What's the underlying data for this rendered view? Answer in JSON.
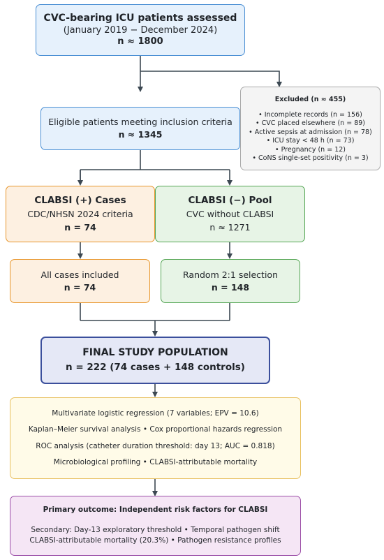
{
  "assessed": {
    "title": "CVC-bearing ICU patients assessed",
    "period": "(January 2019 − December 2024)",
    "n": "n ≈ 1800"
  },
  "excluded": {
    "title": "Excluded  (n ≈ 455)",
    "items": [
      "• Incomplete records (n = 156)",
      "• CVC placed elsewhere (n = 89)",
      "• Active sepsis at admission (n = 78)",
      "• ICU stay < 48 h (n = 73)",
      "• Pregnancy (n = 12)",
      "• CoNS single-set positivity (n = 3)"
    ]
  },
  "eligible": {
    "title": "Eligible patients meeting inclusion criteria",
    "n": "n ≈ 1345"
  },
  "cases": {
    "title": "CLABSI (+) Cases",
    "subtitle": "CDC/NHSN 2024 criteria",
    "n": "n = 74"
  },
  "pool": {
    "title": "CLABSI (−) Pool",
    "subtitle": "CVC without CLABSI",
    "n": "n ≈ 1271"
  },
  "all_cases": {
    "title": "All cases included",
    "n": "n = 74"
  },
  "controls": {
    "title": "Random 2:1 selection",
    "n": "n = 148"
  },
  "final": {
    "title": "FINAL STUDY POPULATION",
    "n": "n = 222  (74 cases + 148 controls)"
  },
  "analysis": {
    "lines": [
      "Multivariate logistic regression  (7 variables; EPV = 10.6)",
      "Kaplan–Meier survival analysis  •  Cox proportional hazards regression",
      "ROC analysis  (catheter duration threshold: day 13; AUC = 0.818)",
      "Microbiological profiling  •  CLABSI-attributable mortality"
    ]
  },
  "outcome": {
    "primary": "Primary outcome: Independent risk factors for CLABSI",
    "secondary": [
      "Secondary: Day-13 exploratory threshold  •  Temporal pathogen shift",
      "CLABSI-attributable mortality (20.3%)  •  Pathogen resistance profiles"
    ]
  },
  "colors": {
    "connector": "#3c4852",
    "blue": "#4a8fd4",
    "orange": "#e8962c",
    "green": "#55a655",
    "navy": "#3b4f9c",
    "yellow": "#e8c060",
    "purple": "#9c4fa8"
  }
}
